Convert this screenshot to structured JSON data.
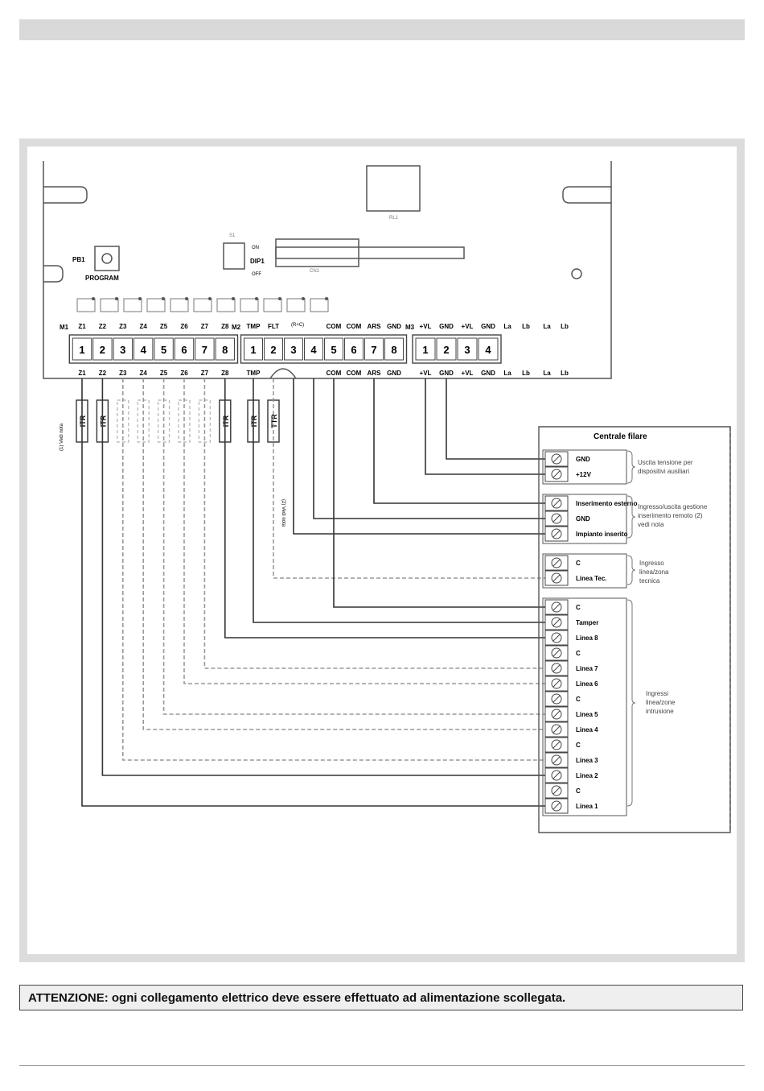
{
  "board": {
    "pb1": "PB1",
    "program": "PROGRAM",
    "dip1": "DIP1",
    "on": "ON",
    "off": "OFF",
    "m1": "M1",
    "m2": "M2",
    "m3": "M3",
    "rlc_label": "(R+C)",
    "top_labels": [
      "Z1",
      "Z2",
      "Z3",
      "Z4",
      "Z5",
      "Z6",
      "Z7",
      "Z8",
      "TMP",
      "FLT",
      "",
      "",
      "COM",
      "COM",
      "ARS",
      "GND",
      "+VL",
      "GND",
      "+VL",
      "GND",
      "La",
      "Lb",
      "La",
      "Lb"
    ],
    "bottom_labels": [
      "Z1",
      "Z2",
      "Z3",
      "Z4",
      "Z5",
      "Z6",
      "Z7",
      "Z8",
      "TMP",
      "",
      "",
      "",
      "COM",
      "COM",
      "ARS",
      "GND",
      "+VL",
      "GND",
      "+VL",
      "GND",
      "La",
      "Lb",
      "La",
      "Lb"
    ],
    "m1_numbers": [
      "1",
      "2",
      "3",
      "4",
      "5",
      "6",
      "7",
      "8"
    ],
    "m2_numbers": [
      "1",
      "2",
      "3",
      "4",
      "5",
      "6",
      "7",
      "8"
    ],
    "m3_numbers": [
      "1",
      "2",
      "3",
      "4"
    ]
  },
  "resistors": {
    "label": "ITR",
    "ttr_label": "TTR"
  },
  "notes": {
    "note1": "(1) Vedi nota",
    "note2": "(2) Vedi nota"
  },
  "panel": {
    "title": "Centrale filare",
    "aux_terminals": [
      "GND",
      "+12V"
    ],
    "aux_desc": "Uscita tensione per dispositivi ausiliari",
    "remote_terminals": [
      "Inserimento esterno",
      "GND",
      "Impianto inserito"
    ],
    "remote_desc": "Ingresso/uscita gestione inserimento remoto",
    "remote_note": "(2) vedi nota",
    "tech_terminals": [
      "C",
      "Linea Tec."
    ],
    "tech_desc": "Ingresso linea/zona tecnica",
    "intr_terminals": [
      "C",
      "Tamper",
      "Linea 8",
      "C",
      "Linea 7",
      "Linea 6",
      "C",
      "Linea 5",
      "Linea 4",
      "C",
      "Linea 3",
      "Linea 2",
      "C",
      "Linea 1"
    ],
    "intr_desc": "Ingressi linea/zone intrusione"
  },
  "warning": {
    "label": "ATTENZIONE:",
    "text": "ogni collegamento elettrico deve essere effettuato ad alimentazione scollegata."
  }
}
